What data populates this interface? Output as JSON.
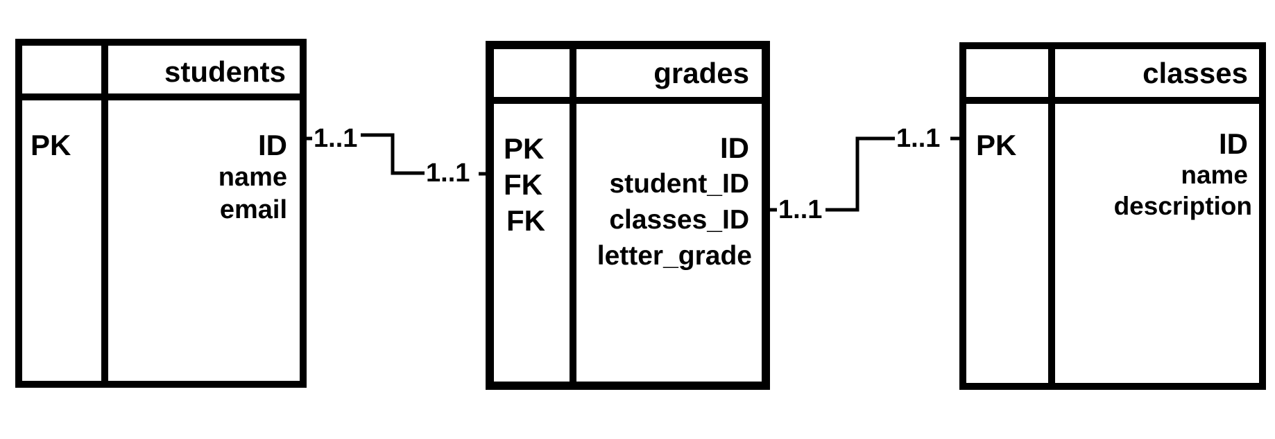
{
  "tables": {
    "students": {
      "title": "students",
      "keys": [
        "PK"
      ],
      "fields": [
        "ID",
        "name",
        "email"
      ]
    },
    "grades": {
      "title": "grades",
      "keys": [
        "PK",
        "FK",
        "FK"
      ],
      "fields": [
        "ID",
        "student_ID",
        "classes_ID",
        "letter_grade"
      ]
    },
    "classes": {
      "title": "classes",
      "keys": [
        "PK"
      ],
      "fields": [
        "ID",
        "name",
        "description"
      ]
    }
  },
  "relationships": [
    {
      "from": "students.ID",
      "to": "grades.student_ID",
      "from_cardinality": "1..1",
      "to_cardinality": "1..1"
    },
    {
      "from": "grades.classes_ID",
      "to": "classes.ID",
      "from_cardinality": "1..1",
      "to_cardinality": "1..1"
    }
  ]
}
